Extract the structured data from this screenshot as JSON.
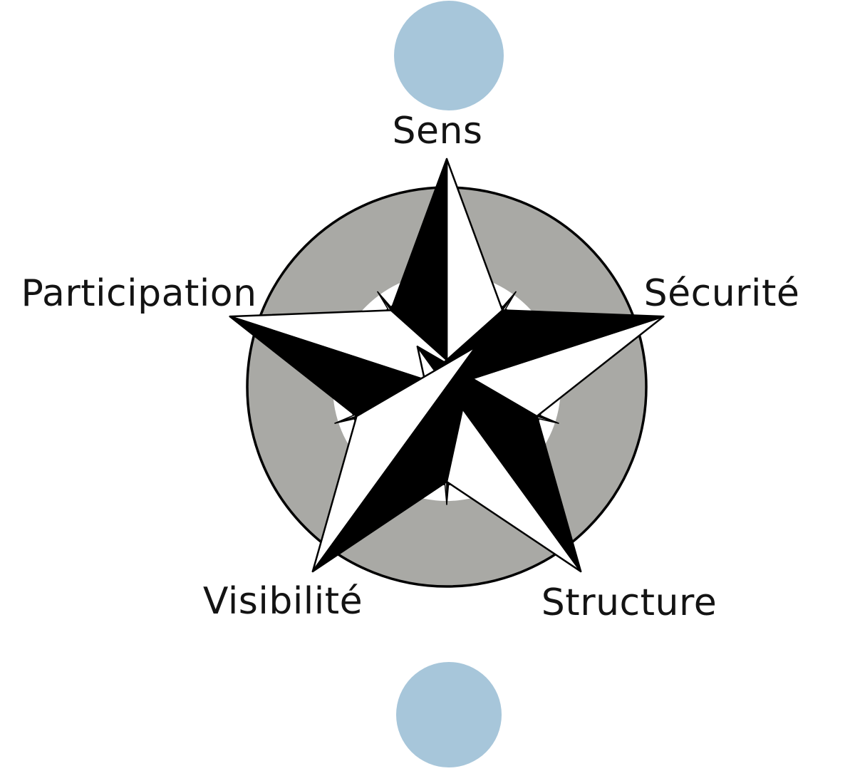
{
  "diagram": {
    "type": "compass-rose",
    "description_icon": "compass-rose-icon"
  },
  "labels": {
    "sens": "Sens",
    "securite": "Sécurité",
    "structure": "Structure",
    "visibilite": "Visibilité",
    "participation": "Participation"
  },
  "colors": {
    "background": "#ffffff",
    "ring_gray": "#a9a9a5",
    "ring_outline": "#000000",
    "inner_circle": "#ffffff",
    "accent_blue": "#a7c6da",
    "star_black": "#000000",
    "star_white": "#ffffff",
    "text": "#131313"
  }
}
